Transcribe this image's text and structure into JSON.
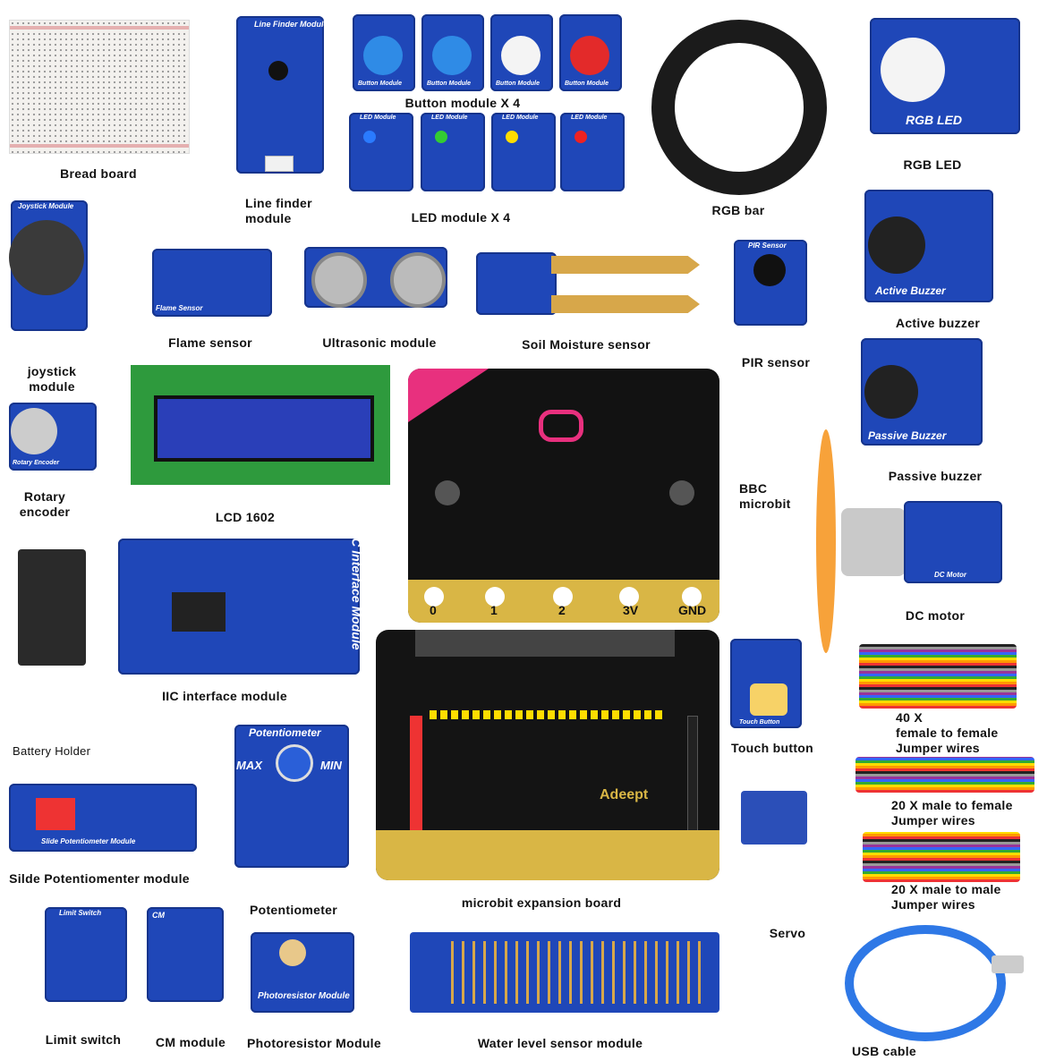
{
  "labels": {
    "bread_board": "Bread board",
    "line_finder": [
      "Line finder",
      "module"
    ],
    "button_module": "Button module X 4",
    "led_module": "LED module X 4",
    "rgb_bar": "RGB bar",
    "rgb_led": "RGB LED",
    "joystick": [
      "joystick",
      "module"
    ],
    "flame_sensor": "Flame sensor",
    "ultrasonic": "Ultrasonic module",
    "soil_moisture": "Soil Moisture sensor",
    "pir_sensor": "PIR sensor",
    "active_buzzer": "Active buzzer",
    "rotary_encoder": [
      "Rotary",
      "encoder"
    ],
    "lcd": "LCD 1602",
    "bbc_microbit": [
      "BBC",
      "microbit"
    ],
    "passive_buzzer": "Passive buzzer",
    "dc_motor": "DC motor",
    "iic": "IIC interface module",
    "battery_holder": "Battery Holder",
    "touch_button": "Touch button",
    "jumper_ff": [
      "40 X",
      "female to female",
      "Jumper wires"
    ],
    "jumper_mf": [
      "20 X male to female",
      "Jumper wires"
    ],
    "jumper_mm": [
      "20 X male to male",
      "Jumper wires"
    ],
    "slide_pot": "Silde Potentiomenter module",
    "potentiometer": "Potentiometer",
    "expansion_board": "microbit expansion board",
    "servo": "Servo",
    "limit_switch": "Limit switch",
    "cm_module": "CM module",
    "photoresistor": "Photoresistor Module",
    "water_level": "Water level sensor module",
    "usb_cable": "USB cable"
  },
  "silkscreen": {
    "line_finder": "Line Finder Module",
    "button": "Button Module",
    "led": "LED Module",
    "rgb_led": "RGB LED",
    "joystick": "Joystick Module",
    "flame": "Flame Sensor",
    "pir": "PIR Sensor",
    "active_buzzer": "Active Buzzer",
    "passive_buzzer": "Passive Buzzer",
    "rotary": "Rotary Encoder",
    "dc_motor": "DC Motor",
    "iic": "IIC Interface Module",
    "touch": "Touch Button",
    "pot": "Potentiometer",
    "pot_max": "MAX",
    "pot_min": "MIN",
    "slide_pot": "Slide Potentiometer Module",
    "limit": "Limit Switch",
    "cm": "CM",
    "photo": "Photoresistor Module",
    "adeept": "Adeept",
    "microbit_pins": [
      "0",
      "1",
      "2",
      "3V",
      "GND"
    ]
  },
  "colors": {
    "pcb_blue": "#1f47b8",
    "microbit_pink": "#e8307e",
    "gold": "#d9b645"
  }
}
